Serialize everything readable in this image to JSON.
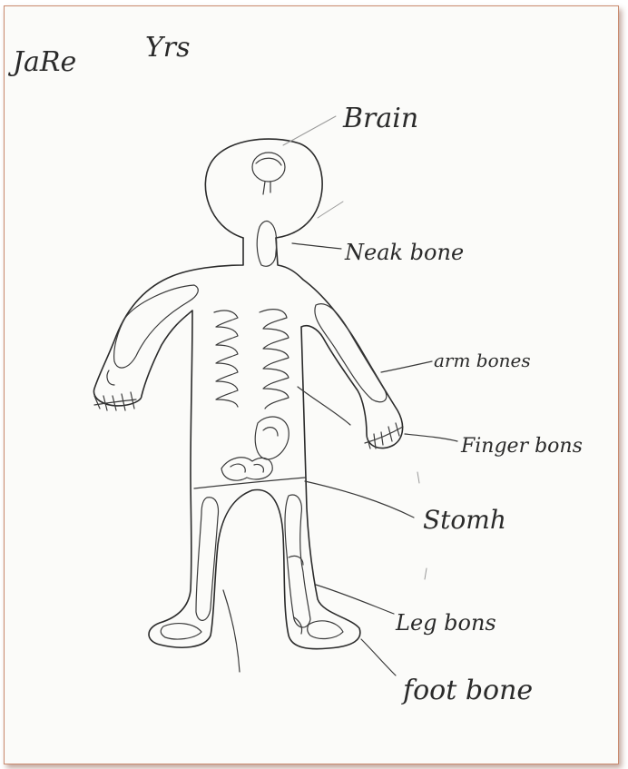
{
  "header": {
    "name": "JaRe",
    "age": "Yrs"
  },
  "labels": {
    "brain": "Brain",
    "neck": "Neak bone",
    "arm": "arm bones",
    "finger": "Finger bons",
    "stomach": "Stomh",
    "leg": "Leg bons",
    "foot": "foot bone"
  },
  "colors": {
    "ink": "#2b2b2b",
    "paper": "#fbfbf9",
    "frame": "#c98a6e"
  }
}
